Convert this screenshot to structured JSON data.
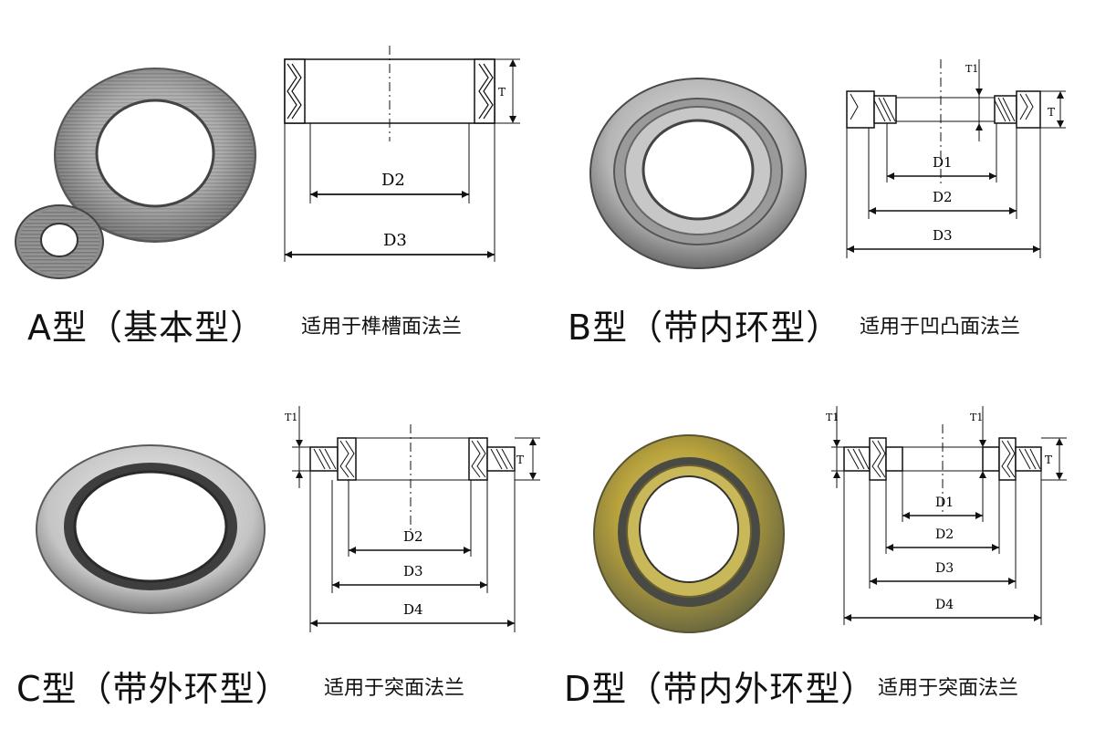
{
  "panels": [
    {
      "id": "A",
      "title": "A型（基本型）",
      "usage": "适用于榫槽面法兰",
      "dims": {
        "d1": "",
        "d2": "D2",
        "d3": "D3",
        "d4": "",
        "t": "T",
        "t1": ""
      }
    },
    {
      "id": "B",
      "title": "B型（带内环型）",
      "usage": "适用于凹凸面法兰",
      "dims": {
        "d1": "D1",
        "d2": "D2",
        "d3": "D3",
        "d4": "",
        "t": "T",
        "t1": "T1"
      }
    },
    {
      "id": "C",
      "title": "C型（带外环型）",
      "usage": "适用于突面法兰",
      "dims": {
        "d1": "",
        "d2": "D2",
        "d3": "D3",
        "d4": "D4",
        "t": "T",
        "t1": "T1"
      }
    },
    {
      "id": "D",
      "title": "D型（带内外环型）",
      "usage": "适用于突面法兰",
      "dims": {
        "d1": "D1",
        "d2": "D2",
        "d3": "D3",
        "d4": "D4",
        "t": "T",
        "t1": "T1"
      }
    }
  ],
  "colors": {
    "steel_light": "#d9d9d9",
    "steel_dark": "#6e6e6e",
    "graphite": "#3a3a3a",
    "gold": "#b8a23c",
    "line": "#111111"
  }
}
